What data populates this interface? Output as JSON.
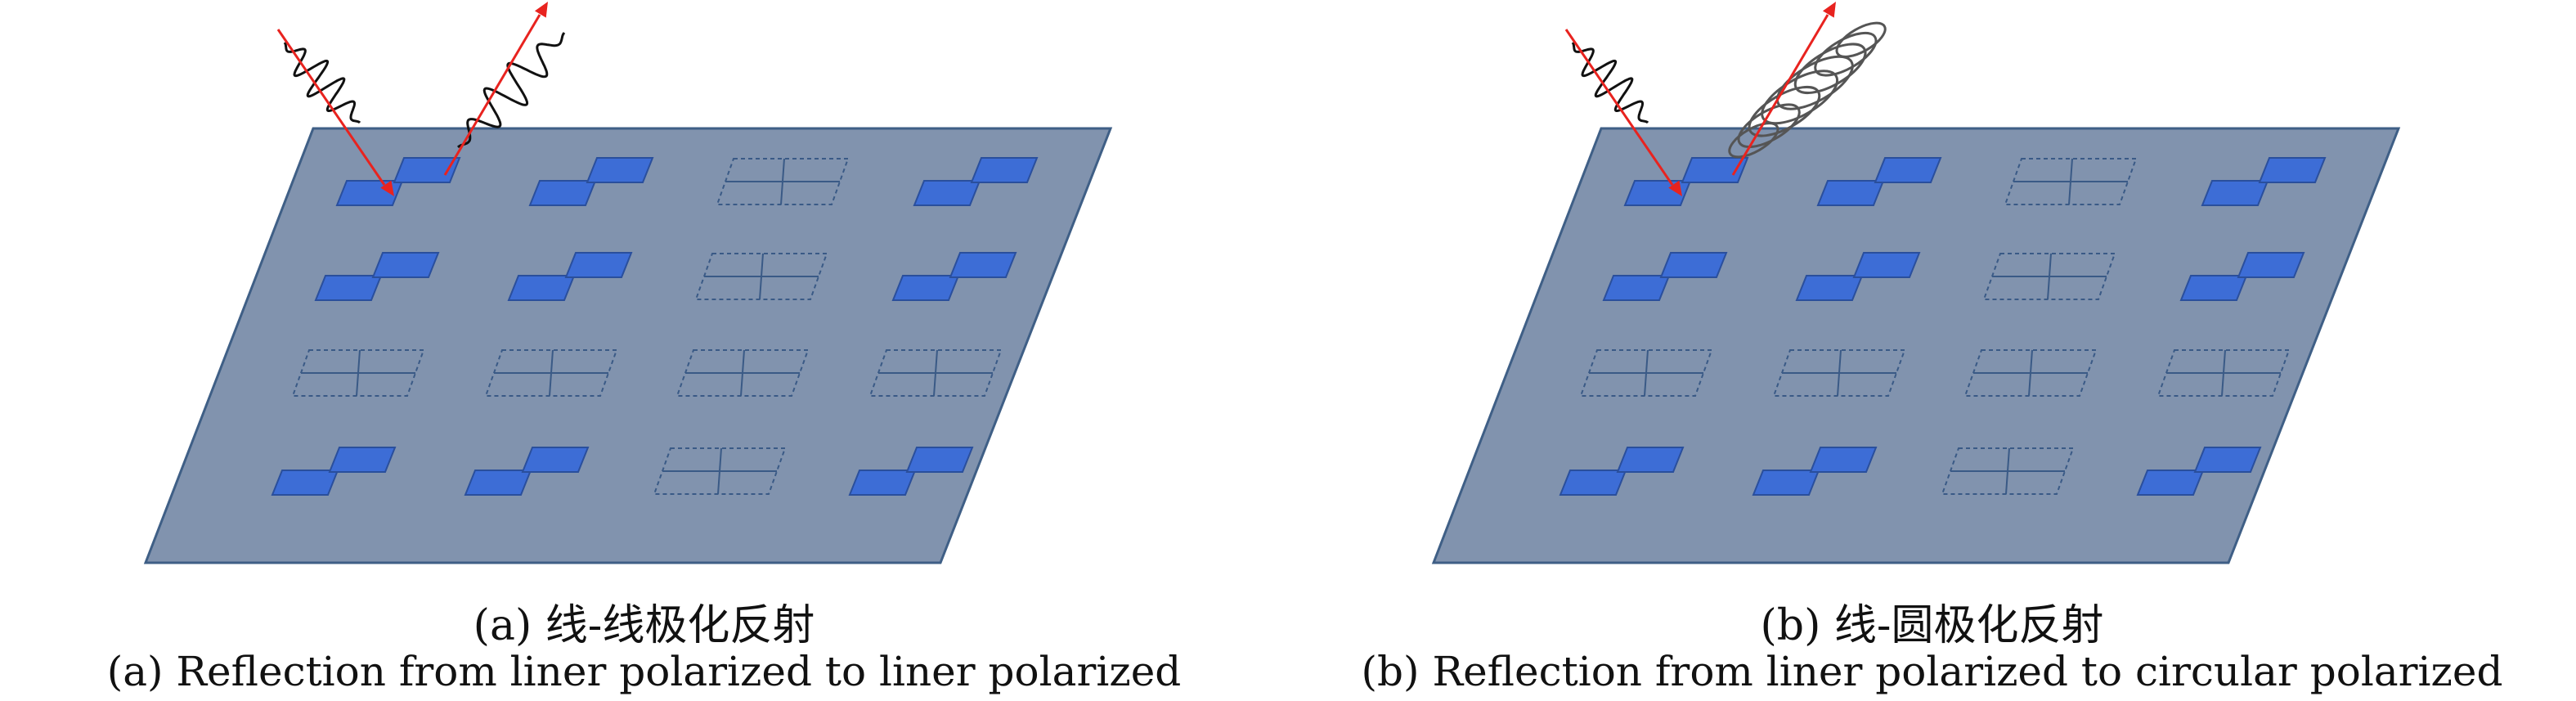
{
  "colors": {
    "plate_fill": "#8193ae",
    "plate_stroke": "#3f5f86",
    "patch_fill": "#3d6dd6",
    "patch_stroke": "#2a4f9c",
    "ghost_stroke": "#3a5a86",
    "ray": "#e8231f",
    "wave": "#111111"
  },
  "panels": [
    {
      "caption_zh": "(a) 线-线极化反射",
      "caption_en": "(a) Reflection from liner polarized to liner polarized",
      "reflected_wave": "linear",
      "grid": [
        [
          "patch",
          "patch",
          "ghost",
          "patch"
        ],
        [
          "patch",
          "patch",
          "ghost",
          "patch"
        ],
        [
          "ghost",
          "ghost",
          "ghost",
          "ghost"
        ],
        [
          "patch",
          "patch",
          "ghost",
          "patch"
        ]
      ]
    },
    {
      "caption_zh": "(b) 线-圆极化反射",
      "caption_en": "(b) Reflection from liner polarized to circular polarized",
      "reflected_wave": "circular",
      "grid": [
        [
          "patch",
          "patch",
          "ghost",
          "patch"
        ],
        [
          "patch",
          "patch",
          "ghost",
          "patch"
        ],
        [
          "ghost",
          "ghost",
          "ghost",
          "ghost"
        ],
        [
          "patch",
          "patch",
          "ghost",
          "patch"
        ]
      ]
    }
  ]
}
